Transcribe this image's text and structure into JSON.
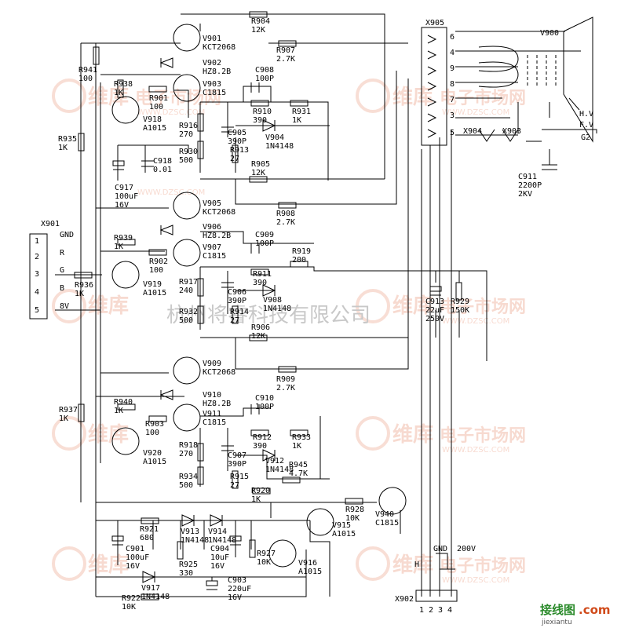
{
  "watermark": {
    "brand": "维库",
    "market": "电子市场网",
    "url": "WWW.DZSC.COM",
    "company": "杭州将睿科技有限公司"
  },
  "logo": {
    "text1": "接线图",
    "text2": ".com",
    "sub": "jiexiantu"
  },
  "connector_x901": {
    "ref": "X901",
    "pins": [
      "1",
      "2",
      "3",
      "4",
      "5"
    ],
    "signals": [
      "GND",
      "R",
      "G",
      "B",
      "8V"
    ]
  },
  "connector_x902": {
    "ref": "X902",
    "pins": [
      "1",
      "2",
      "3",
      "4"
    ],
    "labels": {
      "gnd": "GND",
      "h": "H",
      "v200": "200V"
    }
  },
  "connector_x905": {
    "ref": "X905",
    "pins": [
      "6",
      "4",
      "9",
      "8",
      "7",
      "3",
      "5"
    ]
  },
  "crt": {
    "ref": "V900",
    "hv": "H.V",
    "fv": "F.V",
    "g2": "G2"
  },
  "components": [
    {
      "id": "R904",
      "ref": "R904",
      "val": "12K"
    },
    {
      "id": "V901",
      "ref": "V901",
      "val": "KCT2068"
    },
    {
      "id": "R907",
      "ref": "R907",
      "val": "2.7K"
    },
    {
      "id": "V902",
      "ref": "V902",
      "val": "HZ8.2B"
    },
    {
      "id": "R941",
      "ref": "R941",
      "val": "100"
    },
    {
      "id": "R938",
      "ref": "R938",
      "val": "1K"
    },
    {
      "id": "V903",
      "ref": "V903",
      "val": "C1815"
    },
    {
      "id": "C908",
      "ref": "C908",
      "val": "100P"
    },
    {
      "id": "R901",
      "ref": "R901",
      "val": "100"
    },
    {
      "id": "V918",
      "ref": "V918",
      "val": "A1015"
    },
    {
      "id": "R910",
      "ref": "R910",
      "val": "390"
    },
    {
      "id": "R931",
      "ref": "R931",
      "val": "1K"
    },
    {
      "id": "R916",
      "ref": "R916",
      "val": "270"
    },
    {
      "id": "C905",
      "ref": "C905",
      "val": "390P"
    },
    {
      "id": "V904",
      "ref": "V904",
      "val": "1N4148"
    },
    {
      "id": "R935",
      "ref": "R935",
      "val": "1K"
    },
    {
      "id": "R930",
      "ref": "R930",
      "val": "500"
    },
    {
      "id": "R913",
      "ref": "R913",
      "val": "27"
    },
    {
      "id": "C918",
      "ref": "C918",
      "val": "0.01"
    },
    {
      "id": "R905",
      "ref": "R905",
      "val": "12K"
    },
    {
      "id": "C917",
      "ref": "C917",
      "val": "100uF 16V"
    },
    {
      "id": "V905",
      "ref": "V905",
      "val": "KCT2068"
    },
    {
      "id": "R908",
      "ref": "R908",
      "val": "2.7K"
    },
    {
      "id": "V906",
      "ref": "V906",
      "val": "HZ8.2B"
    },
    {
      "id": "C909",
      "ref": "C909",
      "val": "100P"
    },
    {
      "id": "R939",
      "ref": "R939",
      "val": "1K"
    },
    {
      "id": "V907",
      "ref": "V907",
      "val": "C1815"
    },
    {
      "id": "R919",
      "ref": "R919",
      "val": "200"
    },
    {
      "id": "R902",
      "ref": "R902",
      "val": "100"
    },
    {
      "id": "R936",
      "ref": "R936",
      "val": "1K"
    },
    {
      "id": "V919",
      "ref": "V919",
      "val": "A1015"
    },
    {
      "id": "R911",
      "ref": "R911",
      "val": "390"
    },
    {
      "id": "R917",
      "ref": "R917",
      "val": "240"
    },
    {
      "id": "C906",
      "ref": "C906",
      "val": "390P"
    },
    {
      "id": "V908",
      "ref": "V908",
      "val": "1N4148"
    },
    {
      "id": "R932",
      "ref": "R932",
      "val": "500"
    },
    {
      "id": "R914",
      "ref": "R914",
      "val": "27"
    },
    {
      "id": "R906",
      "ref": "R906",
      "val": "12K"
    },
    {
      "id": "V909",
      "ref": "V909",
      "val": "KCT2068"
    },
    {
      "id": "R909",
      "ref": "R909",
      "val": "2.7K"
    },
    {
      "id": "V910",
      "ref": "V910",
      "val": "HZ8.2B"
    },
    {
      "id": "C910",
      "ref": "C910",
      "val": "100P"
    },
    {
      "id": "R940",
      "ref": "R940",
      "val": "1K"
    },
    {
      "id": "R937",
      "ref": "R937",
      "val": "1K"
    },
    {
      "id": "V911",
      "ref": "V911",
      "val": "C1815"
    },
    {
      "id": "R903",
      "ref": "R903",
      "val": "100"
    },
    {
      "id": "R912",
      "ref": "R912",
      "val": "390"
    },
    {
      "id": "R933",
      "ref": "R933",
      "val": "1K"
    },
    {
      "id": "V920",
      "ref": "V920",
      "val": "A1015"
    },
    {
      "id": "R918",
      "ref": "R918",
      "val": "270"
    },
    {
      "id": "C907",
      "ref": "C907",
      "val": "390P"
    },
    {
      "id": "V912",
      "ref": "V912",
      "val": "1N4148"
    },
    {
      "id": "R945",
      "ref": "R945",
      "val": "4.7K"
    },
    {
      "id": "R934",
      "ref": "R934",
      "val": "500"
    },
    {
      "id": "R915",
      "ref": "R915",
      "val": "27"
    },
    {
      "id": "R920",
      "ref": "R920",
      "val": "1K"
    },
    {
      "id": "R928",
      "ref": "R928",
      "val": "10K"
    },
    {
      "id": "V940",
      "ref": "V940",
      "val": "C1815"
    },
    {
      "id": "R921",
      "ref": "R921",
      "val": "680"
    },
    {
      "id": "V913",
      "ref": "V913",
      "val": "1N4148"
    },
    {
      "id": "V914",
      "ref": "V914",
      "val": "1N4148"
    },
    {
      "id": "V915",
      "ref": "V915",
      "val": "A1015"
    },
    {
      "id": "C901",
      "ref": "C901",
      "val": "100uF 16V"
    },
    {
      "id": "R925",
      "ref": "R925",
      "val": "330"
    },
    {
      "id": "C904",
      "ref": "C904",
      "val": "10uF 16V"
    },
    {
      "id": "R927",
      "ref": "R927",
      "val": "10K"
    },
    {
      "id": "V916",
      "ref": "V916",
      "val": "A1015"
    },
    {
      "id": "V917",
      "ref": "V917",
      "val": "1N4148"
    },
    {
      "id": "C903",
      "ref": "C903",
      "val": "220uF 16V"
    },
    {
      "id": "R922",
      "ref": "R922",
      "val": "10K"
    },
    {
      "id": "C913",
      "ref": "C913",
      "val": "22uF 250V"
    },
    {
      "id": "R929",
      "ref": "R929",
      "val": "150K"
    },
    {
      "id": "C911",
      "ref": "C911",
      "val": "2200P 2KV"
    },
    {
      "id": "X904",
      "ref": "X904",
      "val": ""
    },
    {
      "id": "X903",
      "ref": "X903",
      "val": ""
    }
  ]
}
